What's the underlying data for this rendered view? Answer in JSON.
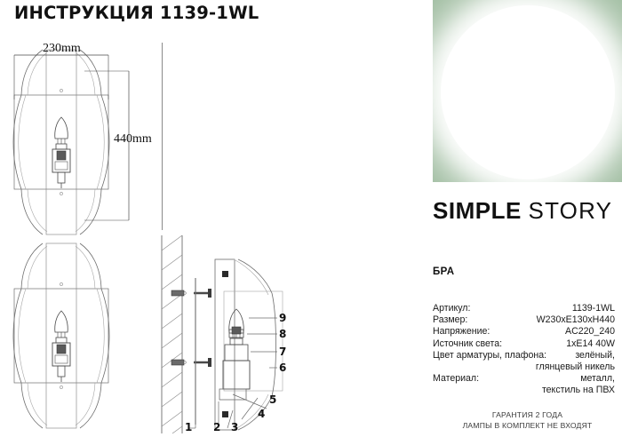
{
  "document": {
    "title": "ИНСТРУКЦИЯ 1139-1WL"
  },
  "drawing": {
    "dimension_width": "230mm",
    "dimension_height": "440mm",
    "callouts": [
      {
        "id": "1",
        "label": "1"
      },
      {
        "id": "2",
        "label": "2"
      },
      {
        "id": "3",
        "label": "3"
      },
      {
        "id": "4",
        "label": "4"
      },
      {
        "id": "5",
        "label": "5"
      },
      {
        "id": "6",
        "label": "6"
      },
      {
        "id": "7",
        "label": "7"
      },
      {
        "id": "8",
        "label": "8"
      },
      {
        "id": "9",
        "label": "9"
      }
    ]
  },
  "product": {
    "brand_primary": "SIMPLE",
    "brand_secondary": "STORY",
    "category": "БРА",
    "accent_color": "#9ab99b",
    "specs": [
      {
        "key": "Артикул:",
        "value": "1139-1WL",
        "cont": ""
      },
      {
        "key": "Размер:",
        "value": "W230xE130xH440",
        "cont": ""
      },
      {
        "key": "Напряжение:",
        "value": "AC220_240",
        "cont": ""
      },
      {
        "key": "Источник света:",
        "value": "1xE14 40W",
        "cont": ""
      },
      {
        "key": "Цвет арматуры, плафона:",
        "value": "зелёный,",
        "cont": "глянцевый никель"
      },
      {
        "key": "Материал:",
        "value": "металл,",
        "cont": "текстиль на ПВХ"
      }
    ],
    "footer_lines": [
      "ГАРАНТИЯ 2 ГОДА",
      "ЛАМПЫ В КОМПЛЕКТ НЕ ВХОДЯТ"
    ]
  }
}
